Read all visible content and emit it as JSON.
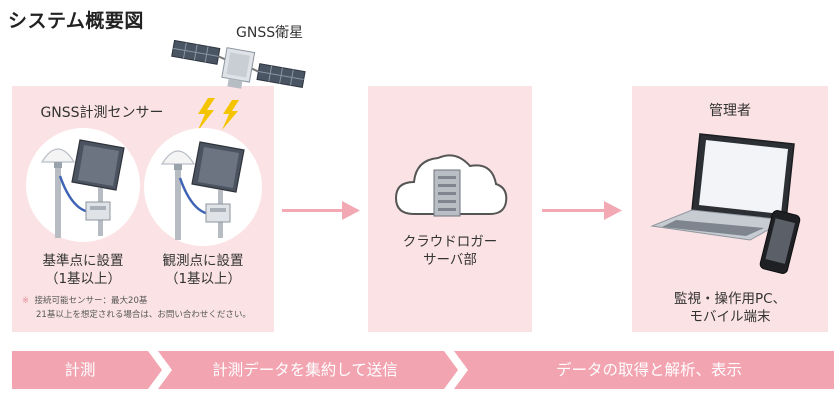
{
  "title": "システム概要図",
  "satellite": {
    "label": "GNSS衛星",
    "icon": "satellite-icon"
  },
  "sensor_panel": {
    "title": "GNSS計測センサー",
    "reference": {
      "line1": "基準点に設置",
      "line2": "（1基以上）"
    },
    "observation": {
      "line1": "観測点に設置",
      "line2": "（1基以上）"
    },
    "note_mark": "※",
    "note_line1": "接続可能センサー：最大20基",
    "note_line2": "21基以上を想定される場合は、お問い合わせください。"
  },
  "cloud_panel": {
    "line1": "クラウドロガー",
    "line2": "サーバ部"
  },
  "admin_panel": {
    "title": "管理者",
    "line1": "監視・操作用PC、",
    "line2": "モバイル端末"
  },
  "flow": {
    "step1": "計測",
    "step2": "計測データを集約して送信",
    "step3": "データの取得と解析、表示"
  },
  "colors": {
    "panel": "#fbe3e5",
    "accent": "#f2a4b1",
    "lightning": "#f5c400"
  }
}
